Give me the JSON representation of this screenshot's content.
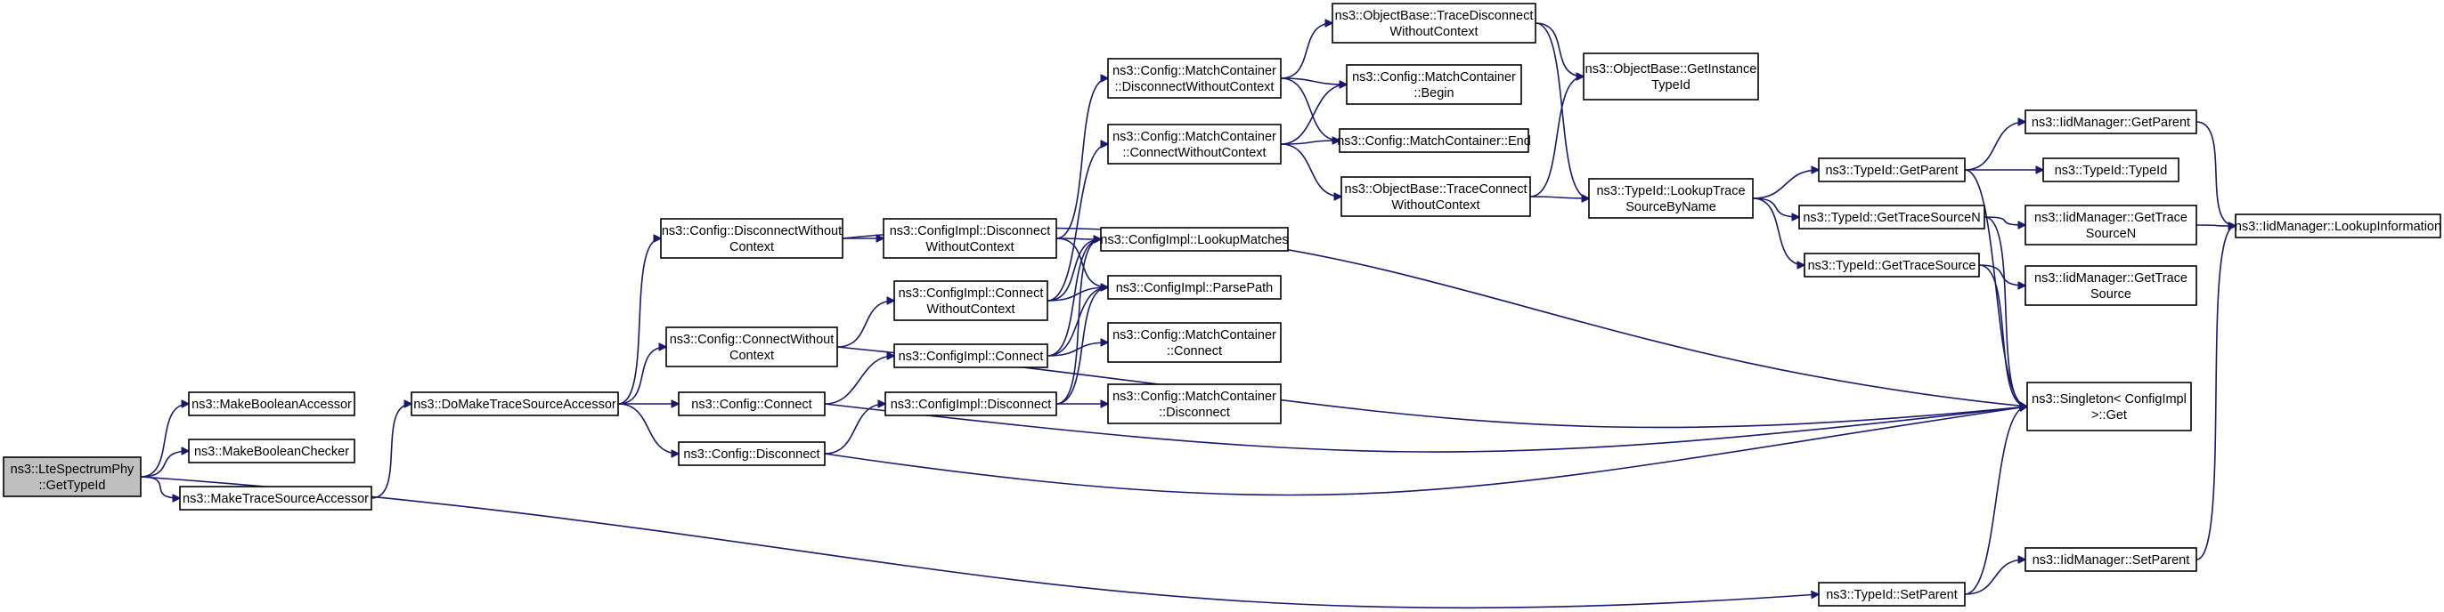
{
  "colors": {
    "edge": "#191970",
    "root_fill": "#bfbfbf",
    "node_fill": "#ffffff",
    "node_border": "#000000"
  },
  "nodes": {
    "lte_gettypeid": [
      "ns3::LteSpectrumPhy",
      "::GetTypeId"
    ],
    "make_bool_accessor": [
      "ns3::MakeBooleanAccessor"
    ],
    "make_bool_checker": [
      "ns3::MakeBooleanChecker"
    ],
    "make_trace_accessor": [
      "ns3::MakeTraceSourceAccessor"
    ],
    "do_make_trace": [
      "ns3::DoMakeTraceSourceAccessor"
    ],
    "cfg_disconnect_wo": [
      "ns3::Config::DisconnectWithout",
      "Context"
    ],
    "cfg_connect_wo": [
      "ns3::Config::ConnectWithout",
      "Context"
    ],
    "cfg_connect": [
      "ns3::Config::Connect"
    ],
    "cfg_disconnect": [
      "ns3::Config::Disconnect"
    ],
    "impl_disconnect_wo": [
      "ns3::ConfigImpl::Disconnect",
      "WithoutContext"
    ],
    "impl_connect_wo": [
      "ns3::ConfigImpl::Connect",
      "WithoutContext"
    ],
    "impl_connect": [
      "ns3::ConfigImpl::Connect"
    ],
    "impl_disconnect": [
      "ns3::ConfigImpl::Disconnect"
    ],
    "mc_disconnect_wo": [
      "ns3::Config::MatchContainer",
      "::DisconnectWithoutContext"
    ],
    "mc_connect_wo": [
      "ns3::Config::MatchContainer",
      "::ConnectWithoutContext"
    ],
    "impl_lookup_matches": [
      "ns3::ConfigImpl::LookupMatches"
    ],
    "impl_parse_path": [
      "ns3::ConfigImpl::ParsePath"
    ],
    "mc_connect": [
      "ns3::Config::MatchContainer",
      "::Connect"
    ],
    "mc_disconnect": [
      "ns3::Config::MatchContainer",
      "::Disconnect"
    ],
    "ob_trace_disconnect_wo": [
      "ns3::ObjectBase::TraceDisconnect",
      "WithoutContext"
    ],
    "mc_begin": [
      "ns3::Config::MatchContainer",
      "::Begin"
    ],
    "mc_end": [
      "ns3::Config::MatchContainer::End"
    ],
    "ob_trace_connect_wo": [
      "ns3::ObjectBase::TraceConnect",
      "WithoutContext"
    ],
    "ob_get_instance_typeid": [
      "ns3::ObjectBase::GetInstance",
      "TypeId"
    ],
    "typeid_lookup_trace": [
      "ns3::TypeId::LookupTrace",
      "SourceByName"
    ],
    "typeid_get_parent": [
      "ns3::TypeId::GetParent"
    ],
    "typeid_get_trace_n": [
      "ns3::TypeId::GetTraceSourceN"
    ],
    "typeid_get_trace": [
      "ns3::TypeId::GetTraceSource"
    ],
    "singleton_get": [
      "ns3::Singleton< ConfigImpl",
      " >::Get"
    ],
    "typeid_set_parent": [
      "ns3::TypeId::SetParent"
    ],
    "iid_get_parent": [
      "ns3::IidManager::GetParent"
    ],
    "typeid_typeid": [
      "ns3::TypeId::TypeId"
    ],
    "iid_get_trace_n": [
      "ns3::IidManager::GetTrace",
      "SourceN"
    ],
    "iid_get_trace": [
      "ns3::IidManager::GetTrace",
      "Source"
    ],
    "iid_lookup_info": [
      "ns3::IidManager::LookupInformation"
    ],
    "iid_set_parent": [
      "ns3::IidManager::SetParent"
    ]
  },
  "edges": [
    [
      "lte_gettypeid",
      "make_bool_accessor"
    ],
    [
      "lte_gettypeid",
      "make_bool_checker"
    ],
    [
      "lte_gettypeid",
      "make_trace_accessor"
    ],
    [
      "lte_gettypeid",
      "typeid_set_parent"
    ],
    [
      "make_trace_accessor",
      "do_make_trace"
    ],
    [
      "do_make_trace",
      "cfg_disconnect_wo"
    ],
    [
      "do_make_trace",
      "cfg_connect_wo"
    ],
    [
      "do_make_trace",
      "cfg_connect"
    ],
    [
      "do_make_trace",
      "cfg_disconnect"
    ],
    [
      "cfg_disconnect_wo",
      "impl_disconnect_wo"
    ],
    [
      "cfg_disconnect_wo",
      "singleton_get"
    ],
    [
      "cfg_connect_wo",
      "impl_connect_wo"
    ],
    [
      "cfg_connect_wo",
      "singleton_get"
    ],
    [
      "cfg_connect",
      "impl_connect"
    ],
    [
      "cfg_connect",
      "singleton_get"
    ],
    [
      "cfg_disconnect",
      "impl_disconnect"
    ],
    [
      "cfg_disconnect",
      "singleton_get"
    ],
    [
      "impl_disconnect_wo",
      "mc_disconnect_wo"
    ],
    [
      "impl_disconnect_wo",
      "impl_lookup_matches"
    ],
    [
      "impl_disconnect_wo",
      "impl_parse_path"
    ],
    [
      "impl_connect_wo",
      "mc_connect_wo"
    ],
    [
      "impl_connect_wo",
      "impl_lookup_matches"
    ],
    [
      "impl_connect_wo",
      "impl_parse_path"
    ],
    [
      "impl_connect",
      "impl_lookup_matches"
    ],
    [
      "impl_connect",
      "impl_parse_path"
    ],
    [
      "impl_connect",
      "mc_connect"
    ],
    [
      "impl_disconnect",
      "impl_lookup_matches"
    ],
    [
      "impl_disconnect",
      "impl_parse_path"
    ],
    [
      "impl_disconnect",
      "mc_disconnect"
    ],
    [
      "mc_disconnect_wo",
      "ob_trace_disconnect_wo"
    ],
    [
      "mc_disconnect_wo",
      "mc_begin"
    ],
    [
      "mc_disconnect_wo",
      "mc_end"
    ],
    [
      "mc_connect_wo",
      "mc_begin"
    ],
    [
      "mc_connect_wo",
      "mc_end"
    ],
    [
      "mc_connect_wo",
      "ob_trace_connect_wo"
    ],
    [
      "ob_trace_disconnect_wo",
      "ob_get_instance_typeid"
    ],
    [
      "ob_trace_disconnect_wo",
      "typeid_lookup_trace"
    ],
    [
      "ob_trace_connect_wo",
      "ob_get_instance_typeid"
    ],
    [
      "ob_trace_connect_wo",
      "typeid_lookup_trace"
    ],
    [
      "typeid_lookup_trace",
      "typeid_get_parent"
    ],
    [
      "typeid_lookup_trace",
      "typeid_get_trace_n"
    ],
    [
      "typeid_lookup_trace",
      "typeid_get_trace"
    ],
    [
      "typeid_get_parent",
      "iid_get_parent"
    ],
    [
      "typeid_get_parent",
      "typeid_typeid"
    ],
    [
      "typeid_get_parent",
      "singleton_get"
    ],
    [
      "typeid_get_trace_n",
      "iid_get_trace_n"
    ],
    [
      "typeid_get_trace_n",
      "singleton_get"
    ],
    [
      "typeid_get_trace",
      "iid_get_trace"
    ],
    [
      "typeid_get_trace",
      "singleton_get"
    ],
    [
      "typeid_set_parent",
      "iid_set_parent"
    ],
    [
      "typeid_set_parent",
      "singleton_get"
    ],
    [
      "iid_get_parent",
      "iid_lookup_info"
    ],
    [
      "iid_get_trace_n",
      "iid_lookup_info"
    ],
    [
      "iid_set_parent",
      "iid_lookup_info"
    ]
  ]
}
